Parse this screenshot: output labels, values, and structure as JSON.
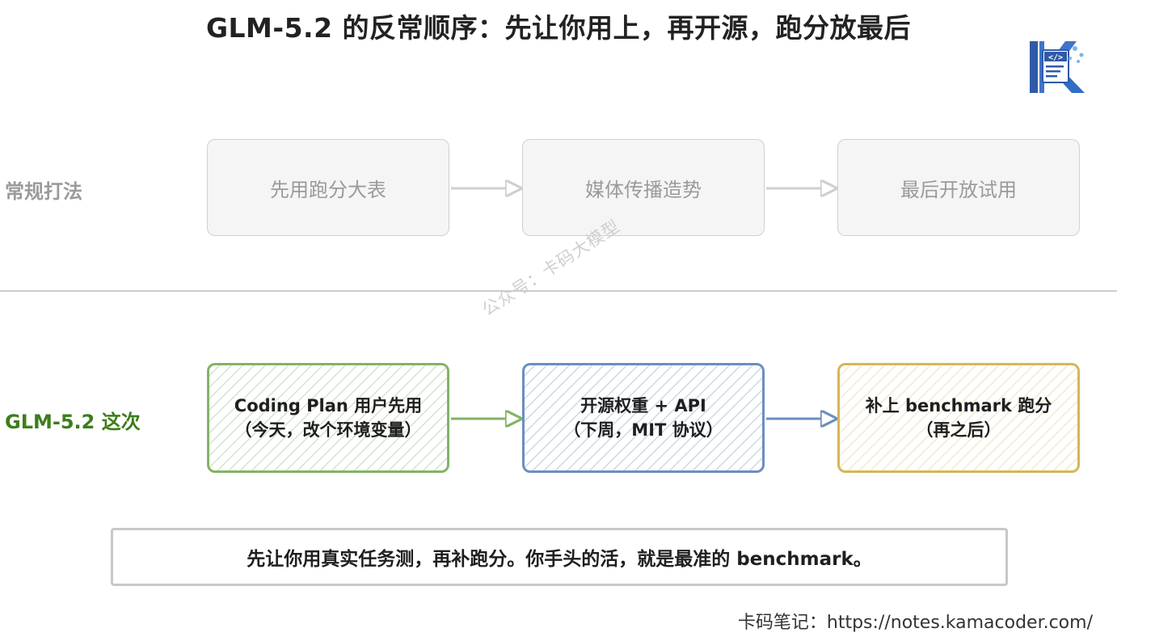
{
  "title": "GLM-5.2 的反常顺序：先让你用上，再开源，跑分放最后",
  "rows": {
    "conventional": {
      "label": "常规打法",
      "steps": [
        {
          "text": "先用跑分大表"
        },
        {
          "text": "媒体传播造势"
        },
        {
          "text": "最后开放试用"
        }
      ]
    },
    "glm": {
      "label": "GLM-5.2 这次",
      "steps": [
        {
          "line1": "Coding Plan 用户先用",
          "line2": "（今天，改个环境变量）",
          "color": "#82b366"
        },
        {
          "line1": "开源权重 + API",
          "line2": "（下周，MIT 协议）",
          "color": "#6c8ebf"
        },
        {
          "line1": "补上 benchmark 跑分",
          "line2": "（再之后）",
          "color": "#d6b656"
        }
      ]
    }
  },
  "watermark": "公众号：卡码大模型",
  "summary": "先让你用真实任务测，再补跑分。你手头的活，就是最准的 benchmark。",
  "footer": "卡码笔记：https://notes.kamacoder.com/",
  "colors": {
    "conventional_label": "#9a9a9a",
    "glm_label": "#3d7d1b",
    "green": "#82b366",
    "blue": "#6c8ebf",
    "yellow": "#d6b656",
    "gray_arrow": "#cfcfcf"
  },
  "icons": {
    "logo": "kamacoder-k-logo-icon"
  }
}
